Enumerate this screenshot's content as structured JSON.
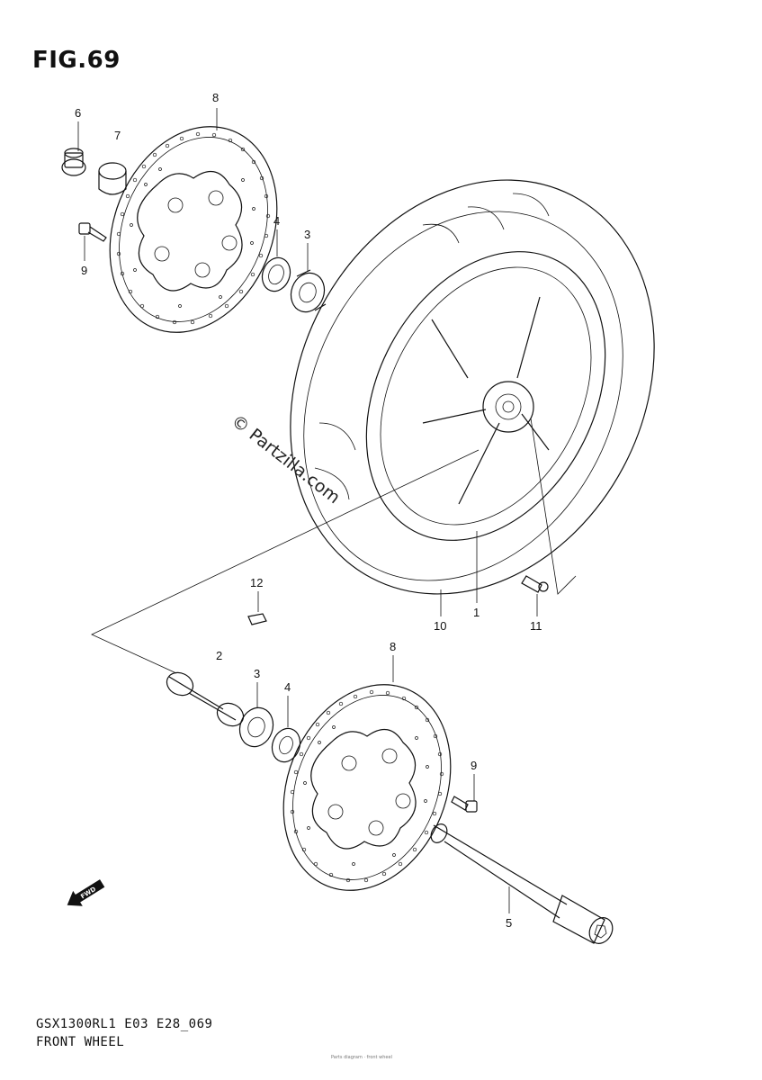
{
  "figure": {
    "title": "FIG.69",
    "watermark": "© Partzilla.com",
    "footer_code": "GSX1300RL1 E03 E28_069",
    "footer_name": "FRONT WHEEL",
    "footer_tiny": "Parts diagram · front wheel"
  },
  "callouts": [
    {
      "id": "c-8a",
      "label": "8"
    },
    {
      "id": "c-6",
      "label": "6"
    },
    {
      "id": "c-7",
      "label": "7"
    },
    {
      "id": "c-9a",
      "label": "9"
    },
    {
      "id": "c-4a",
      "label": "4"
    },
    {
      "id": "c-3a",
      "label": "3"
    },
    {
      "id": "c-12",
      "label": "12"
    },
    {
      "id": "c-10",
      "label": "10"
    },
    {
      "id": "c-1",
      "label": "1"
    },
    {
      "id": "c-11",
      "label": "11"
    },
    {
      "id": "c-2",
      "label": "2"
    },
    {
      "id": "c-3b",
      "label": "3"
    },
    {
      "id": "c-4b",
      "label": "4"
    },
    {
      "id": "c-8b",
      "label": "8"
    },
    {
      "id": "c-9b",
      "label": "9"
    },
    {
      "id": "c-5",
      "label": "5"
    }
  ],
  "fwd_arrow": {
    "label": "FWD",
    "icon": "arrow-fwd-icon"
  }
}
